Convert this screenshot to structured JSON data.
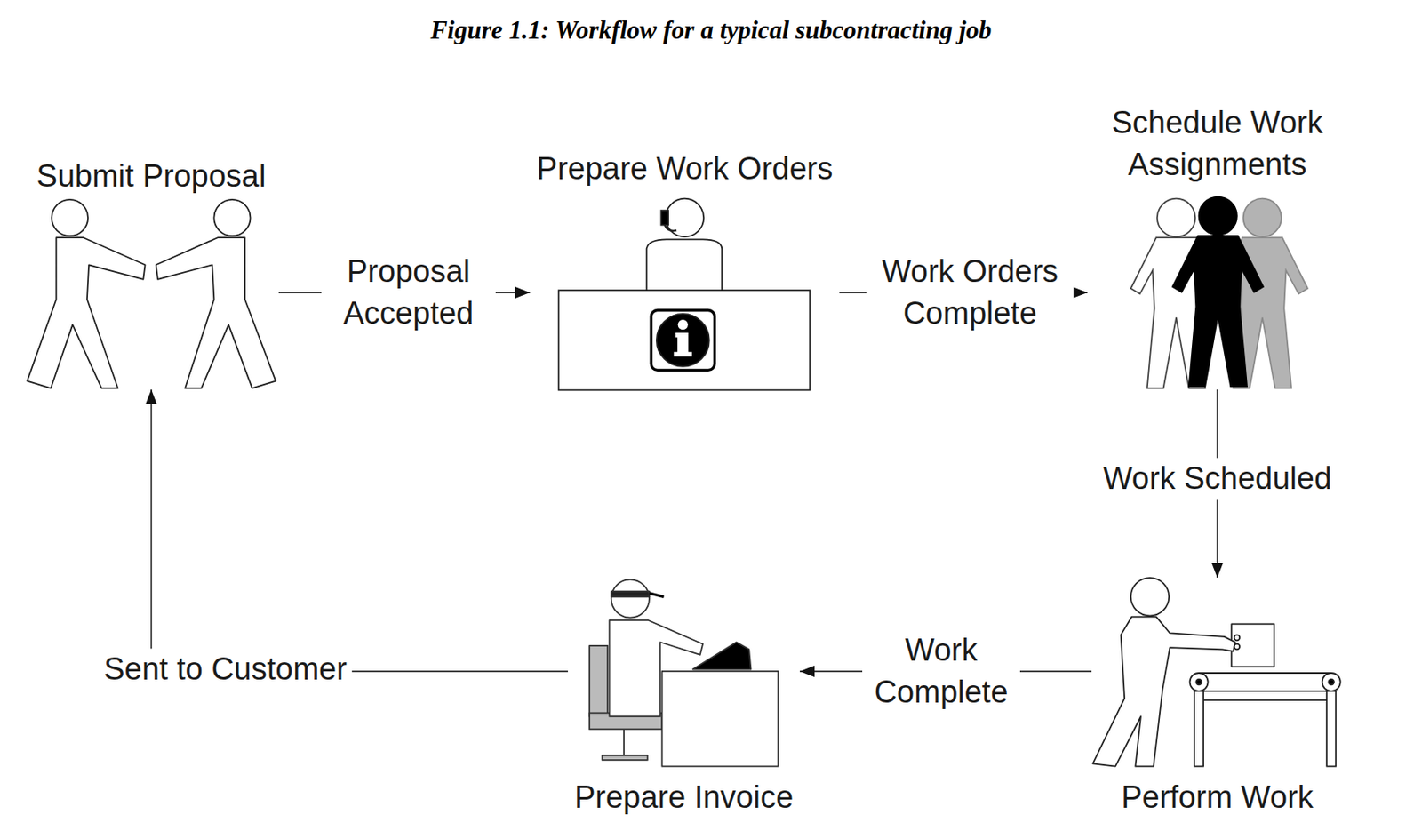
{
  "diagram": {
    "title": "Figure 1.1: Workflow for a typical subcontracting job",
    "nodes": [
      {
        "text": [
          "Submit Proposal"
        ]
      },
      {
        "text": [
          "Prepare Work Orders"
        ]
      },
      {
        "text": [
          "Schedule Work Assignments"
        ]
      },
      {
        "text": [
          "Perform Work"
        ]
      },
      {
        "text": [
          "Prepare Invoice"
        ]
      }
    ],
    "edges": [
      {
        "from": 0,
        "to": 1,
        "label": "Proposal Accepted",
        "arrow": "to"
      },
      {
        "from": 1,
        "to": 2,
        "label": "Work Orders Complete",
        "arrow": "to"
      },
      {
        "from": 2,
        "to": 3,
        "label": "Work Scheduled",
        "arrow": "to"
      },
      {
        "from": 3,
        "to": 4,
        "label": "Work Complete",
        "arrow": "to"
      },
      {
        "from": 4,
        "to": 0,
        "label": "Sent to Customer",
        "arrow": "to"
      }
    ]
  }
}
